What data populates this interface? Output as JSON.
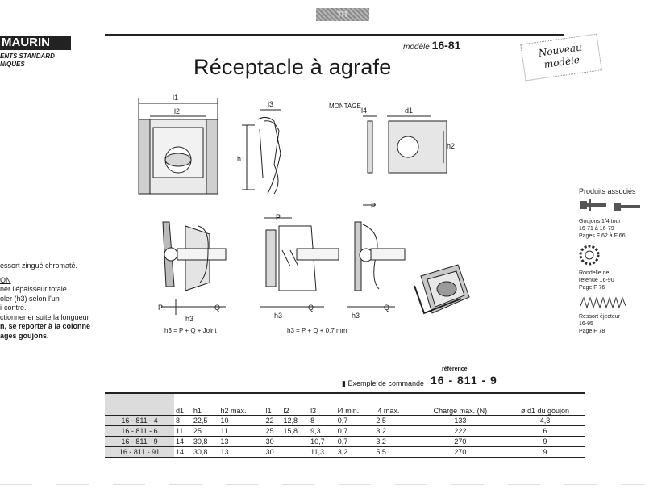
{
  "header": {
    "grey_tab": "TIT",
    "brand": "MAURIN",
    "brand_sub": [
      "ENTS STANDARD",
      "NIQUES"
    ],
    "modele_prefix": "modèle",
    "modele_number": "16-81",
    "title": "Réceptacle à agrafe",
    "new_badge": [
      "Nouveau",
      "modèle"
    ]
  },
  "diagram": {
    "dim_l1": "l1",
    "dim_l2": "l2",
    "dim_h1": "h1",
    "dim_l3": "l3",
    "montage_label": "MONTAGE",
    "dim_l4": "l4",
    "dim_d1": "d1",
    "dim_h2": "h2",
    "dim_p": "P",
    "dim_q": "Q",
    "dim_h3": "h3",
    "formula_1": "h3 = P + Q + Joint",
    "formula_2": "h3 = P + Q + 0,7 mm"
  },
  "left_text": {
    "material": "essort zingué chromaté.",
    "section": "ON",
    "lines": [
      "ner l'épaisseur totale",
      "oler (h3) selon l'un",
      "i-contre.",
      "ctionner ensuite la longueur"
    ],
    "bold_lines": [
      "n, se reporter à la colonne",
      "ages goujons."
    ]
  },
  "sidebar": {
    "title": "Produits associés",
    "items": [
      {
        "icon": "stud-icon",
        "lines": [
          "Goujons 1/4 tour",
          "16-71 à 16-79",
          "Pages F 62 à F 66"
        ]
      },
      {
        "icon": "lock-washer-icon",
        "lines": [
          "Rondelle de",
          "retenue 16-90",
          "Page F 76"
        ]
      },
      {
        "icon": "spring-icon",
        "lines": [
          "Ressort éjecteur",
          "16-95",
          "Page F 78"
        ]
      }
    ]
  },
  "order": {
    "example_label": "Exemple de commande",
    "reference_label": "référence",
    "reference_value": "16 - 811 - 9"
  },
  "table": {
    "headers": [
      "",
      "d1",
      "h1",
      "h2 max.",
      "l1",
      "l2",
      "l3",
      "l4 min.",
      "l4 max.",
      "Charge max. (N)",
      "ø d1 du goujon"
    ],
    "rows": [
      [
        "16 - 811 - 4",
        "8",
        "22,5",
        "10",
        "22",
        "12,8",
        "8",
        "0,7",
        "2,5",
        "133",
        "4,3"
      ],
      [
        "16 - 811 - 6",
        "11",
        "25",
        "11",
        "25",
        "15,8",
        "9,3",
        "0,7",
        "3,2",
        "222",
        "6"
      ],
      [
        "16 - 811 - 9",
        "14",
        "30,8",
        "13",
        "30",
        "",
        "10,7",
        "0,7",
        "3,2",
        "270",
        "9"
      ],
      [
        "16 - 811 - 91",
        "14",
        "30,8",
        "13",
        "30",
        "",
        "11,3",
        "3,2",
        "5,5",
        "270",
        "9"
      ]
    ]
  }
}
